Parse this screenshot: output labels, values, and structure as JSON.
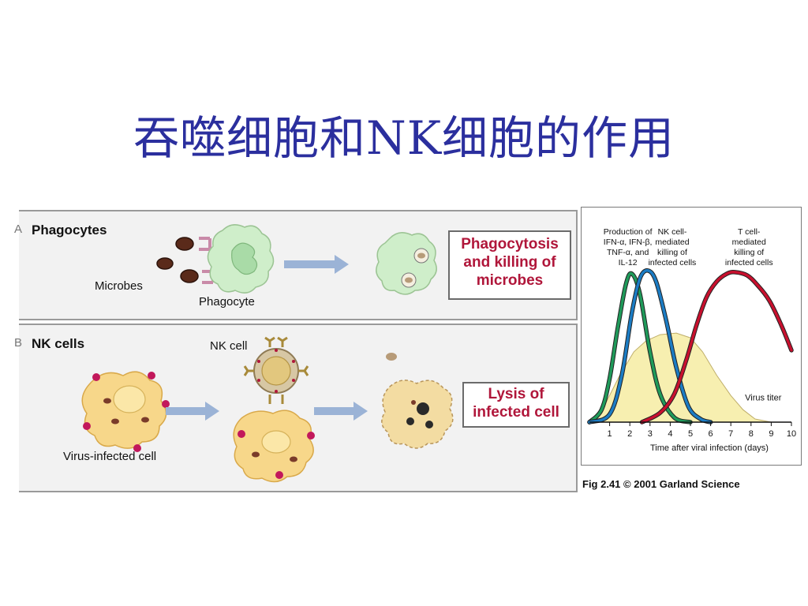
{
  "slide": {
    "title": "吞噬细胞和NK细胞的作用"
  },
  "panel_a": {
    "prefix": "A",
    "label": "Phagocytes",
    "microbes_label": "Microbes",
    "phagocyte_label": "Phagocyte",
    "outcome_lines": [
      "Phagocytosis",
      "and killing of",
      "microbes"
    ]
  },
  "panel_b": {
    "prefix": "B",
    "label": "NK cells",
    "nk_cell_label": "NK cell",
    "infected_cell_label": "Virus-infected cell",
    "outcome_lines": [
      "Lysis of",
      "infected cell"
    ]
  },
  "figure": {
    "caption": "Fig 2.41  © 2001 Garland Science"
  },
  "colors": {
    "title": "#2b2f9e",
    "outcome_text": "#b0163a",
    "cytokine_curve": "#1f9a5a",
    "nk_curve": "#1b7cc4",
    "t_cell_curve": "#c8102e",
    "virus_fill": "#f7efb0"
  },
  "chart_data": {
    "type": "line",
    "xlabel": "Time after viral infection (days)",
    "x_ticks": [
      "1",
      "2",
      "3",
      "4",
      "5",
      "6",
      "7",
      "8",
      "9",
      "10"
    ],
    "xlim": [
      0,
      10
    ],
    "ylim": [
      0,
      1
    ],
    "grid": false,
    "annotations": [
      {
        "lines": [
          "Production of",
          "IFN-α, IFN-β,",
          "TNF-α, and",
          "IL-12"
        ],
        "series": "cytokines",
        "anchor_x": 1.9
      },
      {
        "lines": [
          "NK cell-",
          "mediated",
          "killing of",
          "infected cells"
        ],
        "series": "nk",
        "anchor_x": 4.1
      },
      {
        "lines": [
          "T cell-",
          "mediated",
          "killing of",
          "infected cells"
        ],
        "series": "tcell",
        "anchor_x": 7.9
      }
    ],
    "area_label": "Virus titer",
    "series": [
      {
        "key": "cytokines",
        "x": [
          0,
          0.6,
          1.0,
          1.4,
          1.8,
          2.1,
          2.5,
          3.0,
          3.5,
          4.2,
          5.0
        ],
        "y": [
          0,
          0.08,
          0.28,
          0.6,
          0.88,
          0.95,
          0.82,
          0.45,
          0.18,
          0.03,
          0
        ]
      },
      {
        "key": "nk",
        "x": [
          0,
          1.0,
          1.6,
          2.1,
          2.5,
          2.9,
          3.3,
          3.8,
          4.3,
          4.9,
          5.5,
          6.0
        ],
        "y": [
          0,
          0.05,
          0.3,
          0.7,
          0.92,
          0.97,
          0.9,
          0.65,
          0.35,
          0.1,
          0.02,
          0
        ]
      },
      {
        "key": "tcell",
        "x": [
          2.6,
          3.5,
          4.2,
          4.8,
          5.3,
          5.8,
          6.3,
          6.8,
          7.2,
          7.8,
          8.3,
          8.9,
          9.5,
          10.0
        ],
        "y": [
          0,
          0.06,
          0.18,
          0.4,
          0.62,
          0.8,
          0.9,
          0.95,
          0.96,
          0.94,
          0.88,
          0.78,
          0.62,
          0.46
        ]
      },
      {
        "key": "virus_titer",
        "kind": "area",
        "x": [
          0,
          0.8,
          1.5,
          2.2,
          2.8,
          3.5,
          4.3,
          5.0,
          5.6,
          6.3,
          7.0,
          7.6,
          8.2,
          9.0,
          10.0
        ],
        "y": [
          0,
          0.12,
          0.3,
          0.45,
          0.52,
          0.56,
          0.57,
          0.54,
          0.45,
          0.3,
          0.17,
          0.08,
          0.02,
          0,
          0
        ]
      }
    ]
  }
}
